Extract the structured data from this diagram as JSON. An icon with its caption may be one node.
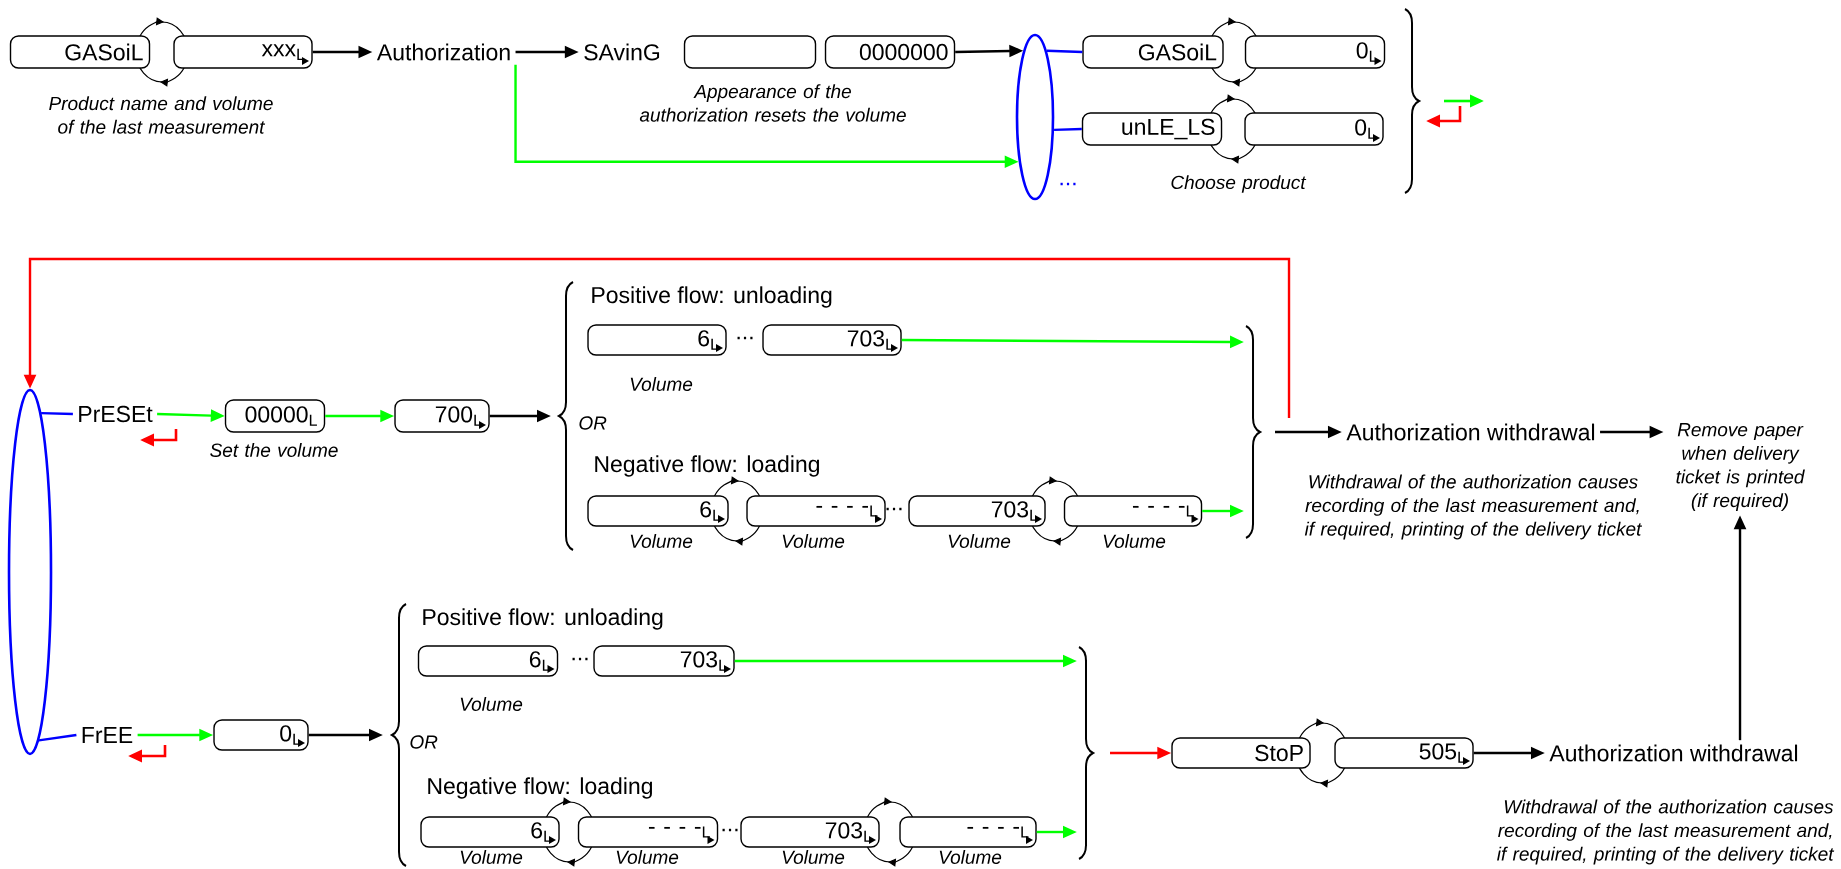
{
  "diagram": {
    "nodes": [
      {
        "text": [
          "GASoiL"
        ],
        "beside": [
          "Product name and volume of the last measurement"
        ]
      },
      {
        "text": [
          "xxx$_{L}$"
        ]
      },
      {
        "text": [
          "Authorization"
        ]
      },
      {
        "text": [
          "SAvinG"
        ]
      },
      {
        "text": [],
        "shape": "box",
        "beside": [
          "Appearance of the authorization resets the volume"
        ]
      },
      {
        "text": [
          "0000000"
        ]
      },
      {
        "text": [],
        "shape": "ellipse"
      },
      {
        "text": [
          "GASoiL"
        ]
      },
      {
        "text": [
          "0$_{L}$"
        ]
      },
      {
        "text": [
          "unLE_LS"
        ],
        "beside": [
          "Choose product"
        ]
      },
      {
        "text": [
          "0$_{L}$"
        ]
      },
      {
        "text": [],
        "shape": "ellipse"
      },
      {
        "text": [
          "PrESEt"
        ]
      },
      {
        "text": [
          "00000$_{L}$"
        ],
        "beside": [
          "Set the volume"
        ]
      },
      {
        "text": [
          "700$_{L}$"
        ]
      },
      {
        "text": [
          "6$_{L}$"
        ],
        "beside": [
          "Volume"
        ]
      },
      {
        "text": [
          "703$_{L}$"
        ]
      },
      {
        "text": [
          "6$_{L}$"
        ],
        "beside": [
          "Volume"
        ]
      },
      {
        "text": [
          "-   -   -   -$_{L}$"
        ],
        "beside": [
          "Volume"
        ]
      },
      {
        "text": [
          "703$_{L}$"
        ],
        "beside": [
          "Volume"
        ]
      },
      {
        "text": [
          "-   -   -   -$_{L}$"
        ],
        "beside": [
          "Volume"
        ]
      },
      {
        "text": [
          "Authorization withdrawal"
        ],
        "beside": [
          "Withdrawal of the authorization causes recording of the last measurement and, if required, printing of the delivery ticket"
        ]
      },
      {
        "text": [
          "Remove paper when delivery ticket is printed (if required)"
        ]
      },
      {
        "text": [
          "FrEE"
        ]
      },
      {
        "text": [
          "0$_{L}$"
        ]
      },
      {
        "text": [
          "6$_{L}$"
        ],
        "beside": [
          "Volume"
        ]
      },
      {
        "text": [
          "703$_{L}$"
        ]
      },
      {
        "text": [
          "6$_{L}$"
        ],
        "beside": [
          "Volume"
        ]
      },
      {
        "text": [
          "-   -   -   -$_{L}$"
        ],
        "beside": [
          "Volume"
        ]
      },
      {
        "text": [
          "703$_{L}$"
        ],
        "beside": [
          "Volume"
        ]
      },
      {
        "text": [
          "-   -   -   -$_{L}$"
        ],
        "beside": [
          "Volume"
        ]
      },
      {
        "text": [
          "StoP"
        ]
      },
      {
        "text": [
          "505$_{L}$"
        ]
      },
      {
        "text": [
          "Authorization withdrawal"
        ],
        "beside": [
          "Withdrawal of the authorization causes recording of the last measurement and, if required, printing of the delivery ticket"
        ]
      }
    ],
    "edges": [
      {
        "from": 1,
        "to": 2,
        "arrow": "to"
      },
      {
        "from": 2,
        "to": 3,
        "arrow": "to"
      },
      {
        "from": 5,
        "to": 6,
        "arrow": "to"
      },
      {
        "from": 2,
        "to": 6,
        "arrow": "to",
        "color": "#00ff00"
      },
      {
        "from": 6,
        "to": 7,
        "arrow": "none",
        "color": "#0000ff"
      },
      {
        "from": 6,
        "to": 9,
        "arrow": "none",
        "color": "#0000ff"
      },
      {
        "from": null,
        "to": 11,
        "arrow": "to",
        "color": "#ff0000"
      },
      {
        "from": 11,
        "to": 12,
        "arrow": "none",
        "color": "#0000ff"
      },
      {
        "from": 12,
        "to": 13,
        "arrow": "to",
        "color": "#00ff00"
      },
      {
        "from": 13,
        "to": 14,
        "arrow": "to",
        "color": "#00ff00"
      },
      {
        "from": 14,
        "to": null,
        "arrow": "to"
      },
      {
        "from": 16,
        "to": null,
        "arrow": "to",
        "color": "#00ff00"
      },
      {
        "from": 20,
        "to": null,
        "arrow": "to",
        "color": "#00ff00"
      },
      {
        "from": null,
        "to": 21,
        "arrow": "to"
      },
      {
        "from": 21,
        "to": 22,
        "arrow": "to"
      },
      {
        "from": 11,
        "to": 23,
        "arrow": "none",
        "color": "#0000ff"
      },
      {
        "from": 23,
        "to": 24,
        "arrow": "to",
        "color": "#00ff00"
      },
      {
        "from": 24,
        "to": null,
        "arrow": "to"
      },
      {
        "from": 26,
        "to": null,
        "arrow": "to",
        "color": "#00ff00"
      },
      {
        "from": 30,
        "to": null,
        "arrow": "to",
        "color": "#00ff00"
      },
      {
        "from": null,
        "to": 31,
        "arrow": "to",
        "color": "#ff0000"
      },
      {
        "from": 32,
        "to": 33,
        "arrow": "to"
      },
      {
        "from": 33,
        "to": 22,
        "arrow": "to"
      }
    ],
    "labels": [
      "...",
      "Positive flow: unloading",
      "...",
      "OR",
      "Negative flow: loading",
      "...",
      "Positive flow: unloading",
      "...",
      "OR",
      "Negative flow: loading",
      "..."
    ]
  }
}
